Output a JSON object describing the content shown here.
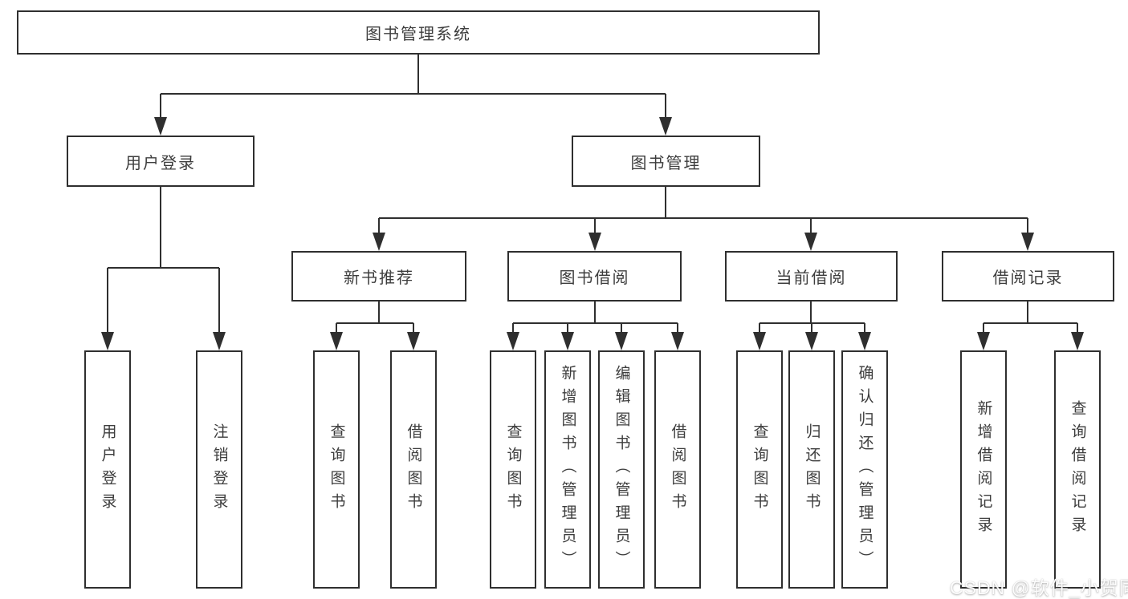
{
  "diagram_title": "图书管理系统",
  "colors": {
    "line": "#2f2f2f",
    "box_border": "#2f2f2f",
    "text": "#3d3d3d",
    "background": "#ffffff",
    "watermark": "#ffffff"
  },
  "nodes": {
    "root": {
      "label": "图书管理系统"
    },
    "userLogin": {
      "label": "用户登录",
      "children": [
        {
          "label": "用户登录"
        },
        {
          "label": "注销登录"
        }
      ]
    },
    "bookManagement": {
      "label": "图书管理",
      "children": [
        {
          "label": "新书推荐",
          "children": [
            {
              "label": "查询图书"
            },
            {
              "label": "借阅图书"
            }
          ]
        },
        {
          "label": "图书借阅",
          "children": [
            {
              "label": "查询图书"
            },
            {
              "label": "新增图书（管理员）"
            },
            {
              "label": "编辑图书（管理员）"
            },
            {
              "label": "借阅图书"
            }
          ]
        },
        {
          "label": "当前借阅",
          "children": [
            {
              "label": "查询图书"
            },
            {
              "label": "归还图书"
            },
            {
              "label": "确认归还（管理员）"
            }
          ]
        },
        {
          "label": "借阅记录",
          "children": [
            {
              "label": "新增借阅记录"
            },
            {
              "label": "查询借阅记录"
            }
          ]
        }
      ]
    }
  },
  "watermark": {
    "text": "CSDN @软件_小贺同学"
  }
}
